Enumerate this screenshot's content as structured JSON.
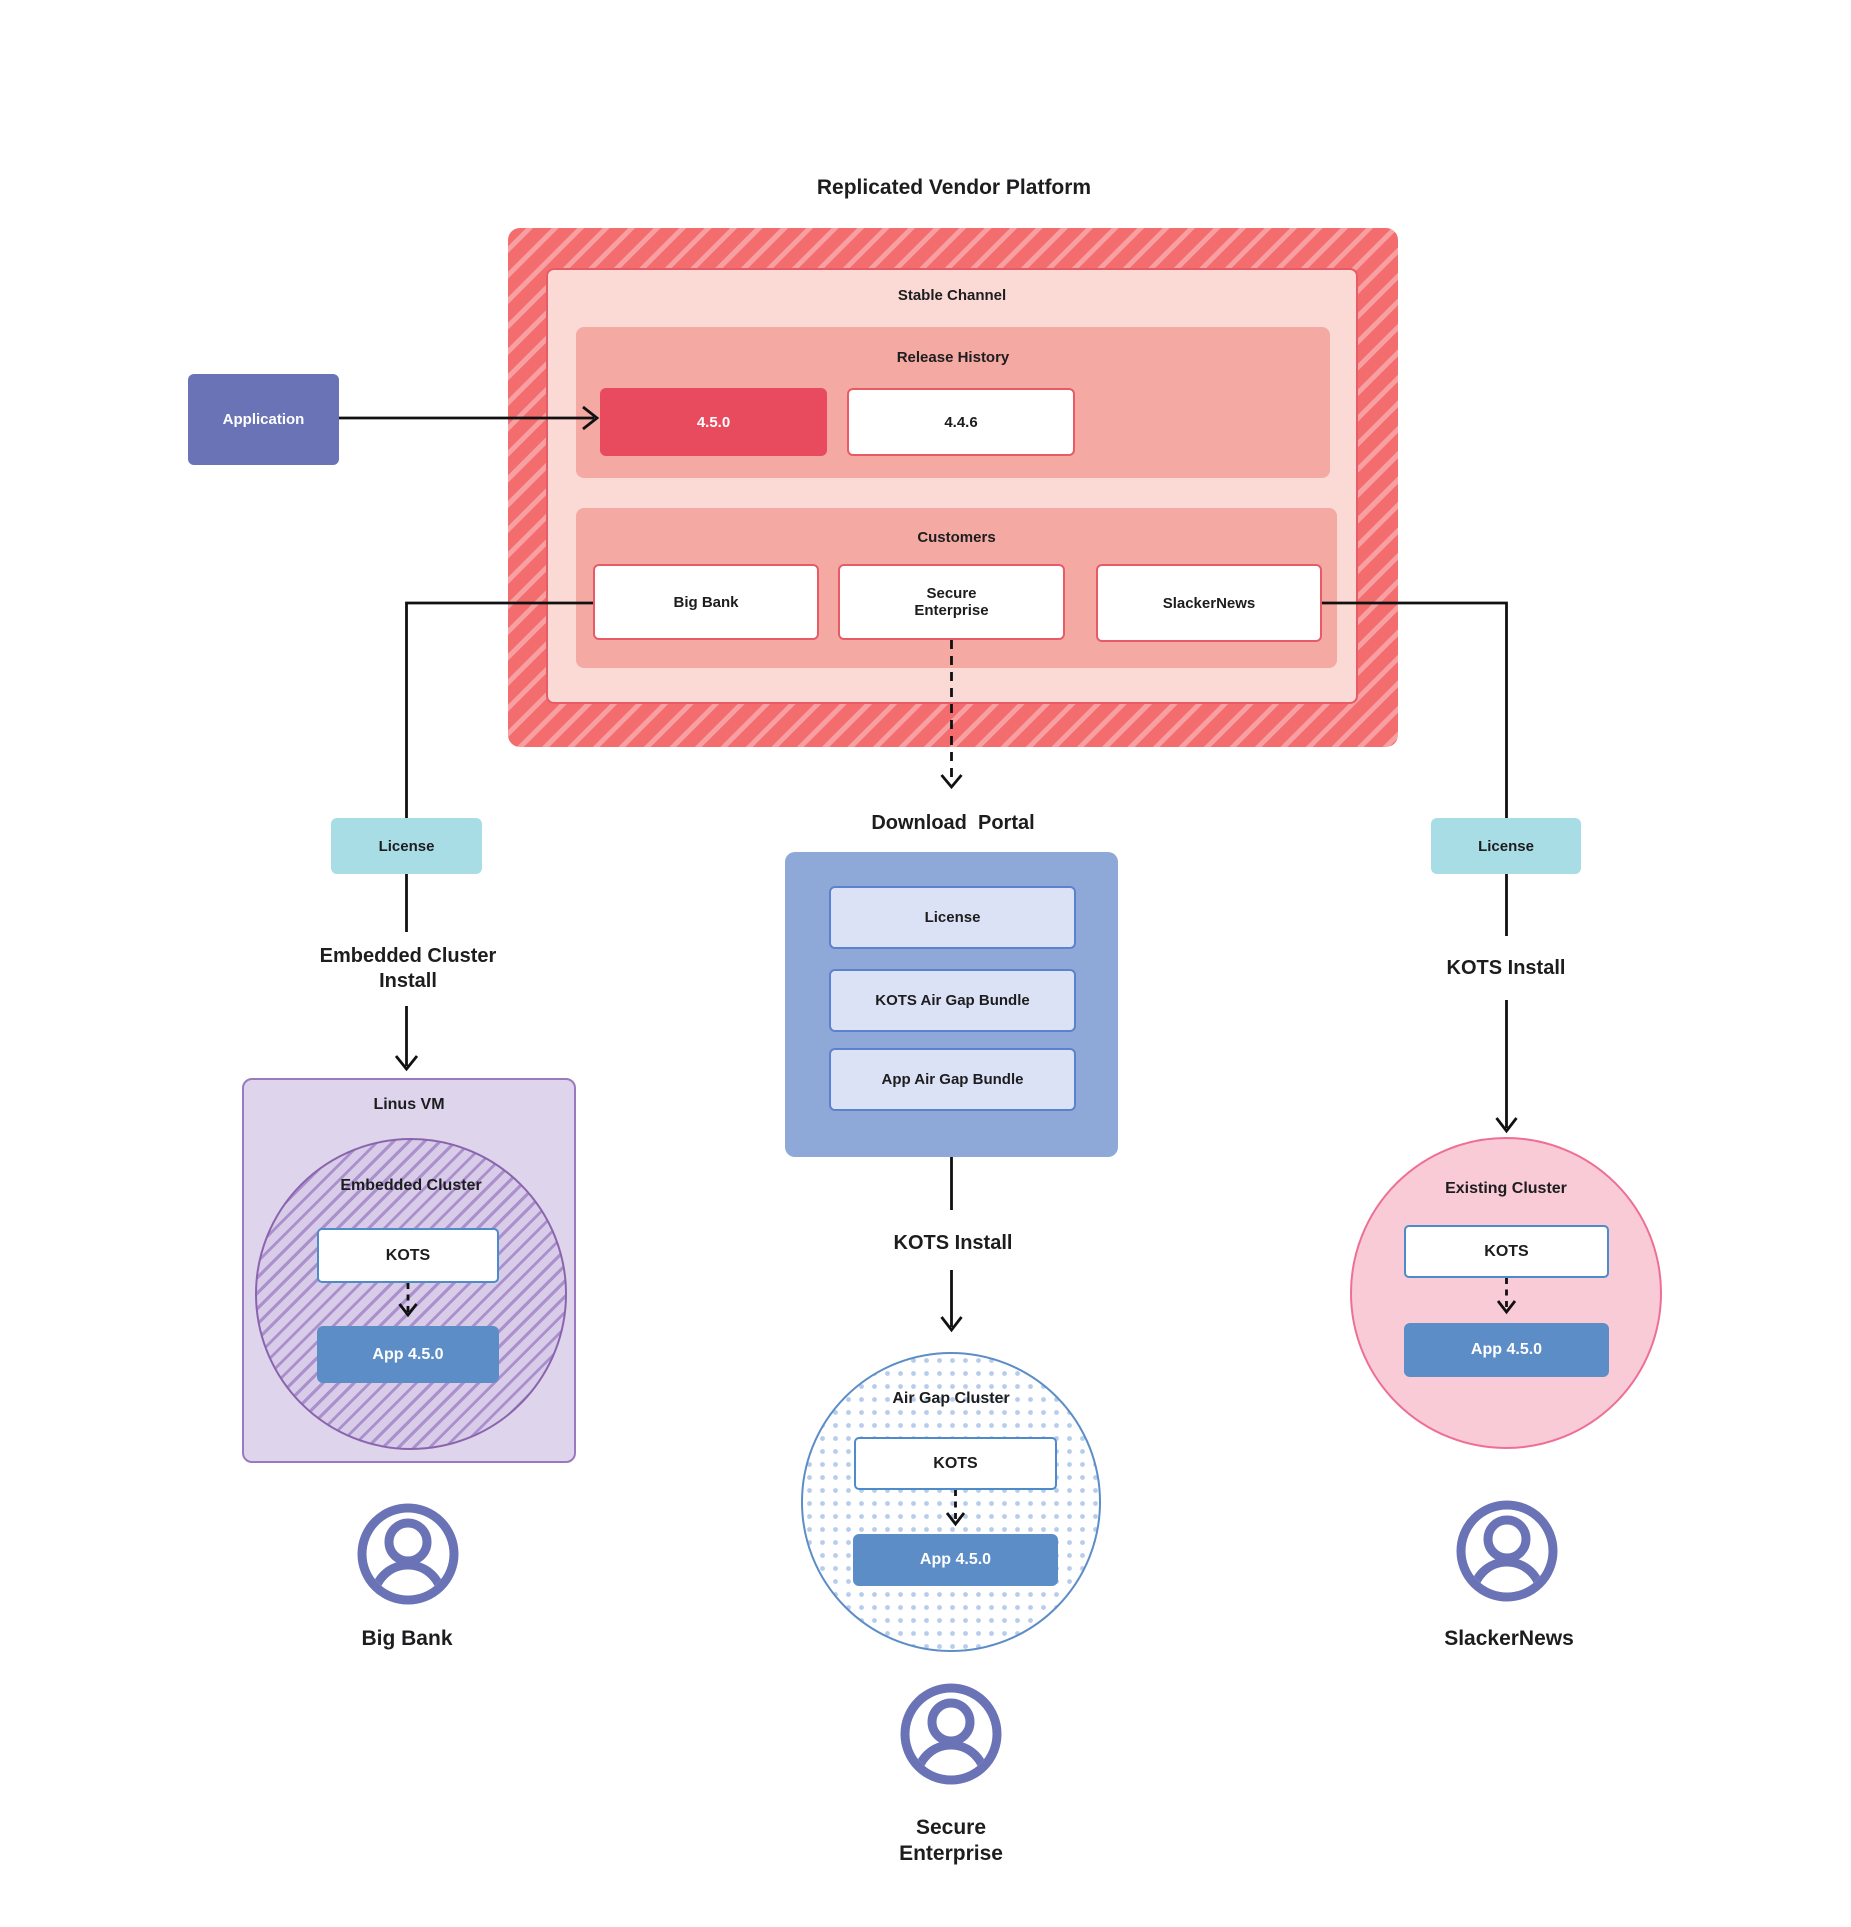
{
  "title": "Replicated Vendor Platform",
  "application": {
    "label": "Application"
  },
  "platform": {
    "stable_channel": {
      "title": "Stable Channel",
      "release_history": {
        "title": "Release History",
        "releases": [
          {
            "version": "4.5.0",
            "current": true
          },
          {
            "version": "4.4.6",
            "current": false
          }
        ]
      },
      "customers": {
        "title": "Customers",
        "items": [
          "Big Bank",
          "Secure Enterprise",
          "SlackerNews"
        ]
      }
    }
  },
  "paths": {
    "left": {
      "license": "License",
      "install_label": "Embedded Cluster Install",
      "vm": {
        "title": "Linus VM",
        "cluster": {
          "title": "Embedded Cluster",
          "kots": "KOTS",
          "app": "App 4.5.0"
        }
      },
      "user": "Big Bank"
    },
    "center": {
      "portal_label": "Download  Portal",
      "portal_items": [
        "License",
        "KOTS Air Gap Bundle",
        "App Air Gap Bundle"
      ],
      "install_label": "KOTS Install",
      "cluster": {
        "title": "Air Gap Cluster",
        "kots": "KOTS",
        "app": "App 4.5.0"
      },
      "user": "Secure Enterprise"
    },
    "right": {
      "license": "License",
      "install_label": "KOTS Install",
      "cluster": {
        "title": "Existing Cluster",
        "kots": "KOTS",
        "app": "App 4.5.0"
      },
      "user": "SlackerNews"
    }
  },
  "palette": {
    "platform_red": "#f36c6e",
    "platform_stripe": "#f79fa1",
    "panel_pink": "#fbd9d5",
    "section_pink": "#f5a9a3",
    "red_border": "#e75b67",
    "release_current_red": "#e84a5e",
    "application_indigo": "#6a73b6",
    "license_cyan": "#a9dde6",
    "portal_blue": "#8ea9d8",
    "portal_item_blue": "#dce2f5",
    "portal_item_border": "#5b82cf",
    "app_blue": "#5c8dc7",
    "kots_border_blue": "#4d8bc9",
    "vm_purple": "#ded4eb",
    "vm_border_purple": "#9b79c0",
    "cluster_stripe_purple": "#aa90cc",
    "cluster_border_purple": "#8a65ad",
    "airgap_dot_blue": "#b7cdec",
    "existing_pink": "#f9cbd7",
    "existing_border_pink": "#ee6f95",
    "user_icon_indigo": "#6a73b6",
    "connector_black": "#111111"
  }
}
